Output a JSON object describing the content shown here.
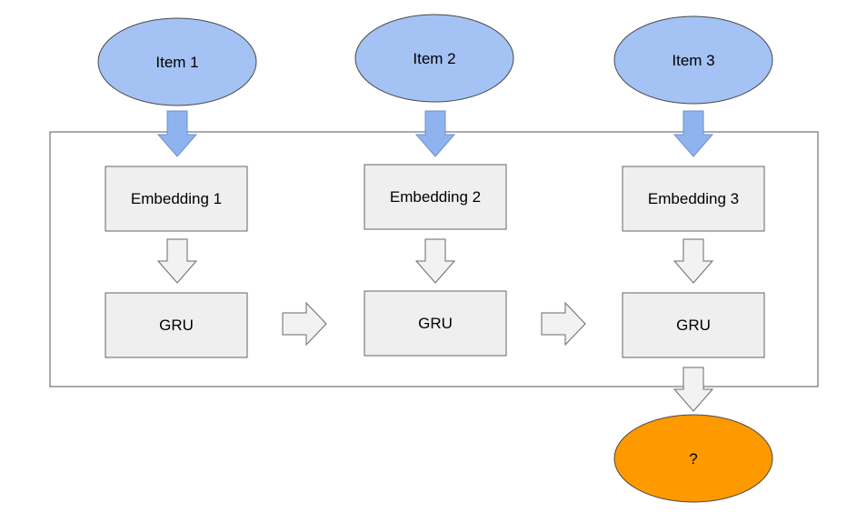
{
  "items": [
    {
      "label": "Item 1"
    },
    {
      "label": "Item 2"
    },
    {
      "label": "Item 3"
    }
  ],
  "embeddings": [
    {
      "label": "Embedding 1"
    },
    {
      "label": "Embedding 2"
    },
    {
      "label": "Embedding 3"
    }
  ],
  "grus": [
    {
      "label": "GRU"
    },
    {
      "label": "GRU"
    },
    {
      "label": "GRU"
    }
  ],
  "output": {
    "label": "?"
  },
  "colors": {
    "item_fill": "#a4c2f4",
    "item_stroke": "#4a4a4a",
    "down_arrow_fill": "#8fb3ef",
    "box_fill": "#efefef",
    "box_stroke": "#666666",
    "flow_arrow_fill": "#f2f2f2",
    "flow_arrow_stroke": "#6a6a6a",
    "container_stroke": "#555555",
    "output_fill": "#ff9900",
    "output_stroke": "#4a4a4a"
  }
}
